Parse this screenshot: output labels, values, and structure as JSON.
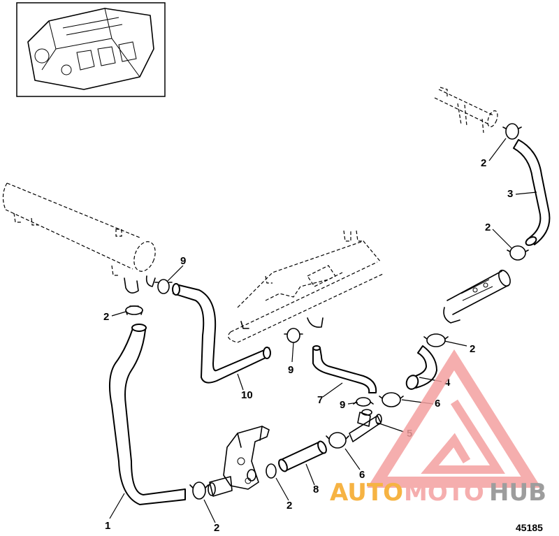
{
  "callouts": {
    "c1": "1",
    "c2a": "2",
    "c2b": "2",
    "c2c": "2",
    "c2d": "2",
    "c2e": "2",
    "c2f": "2",
    "c3": "3",
    "c4": "4",
    "c5": "5",
    "c6a": "6",
    "c6b": "6",
    "c7": "7",
    "c8": "8",
    "c9a": "9",
    "c9b": "9",
    "c9c": "9",
    "c10": "10"
  },
  "figure_number": "45185",
  "watermark": {
    "part1": "AUTO",
    "part2": "MOTO",
    "part3": "HUB",
    "color_orange": "#f5a623",
    "color_pink": "#f4a0a0",
    "color_gray": "#8c8c8c"
  }
}
